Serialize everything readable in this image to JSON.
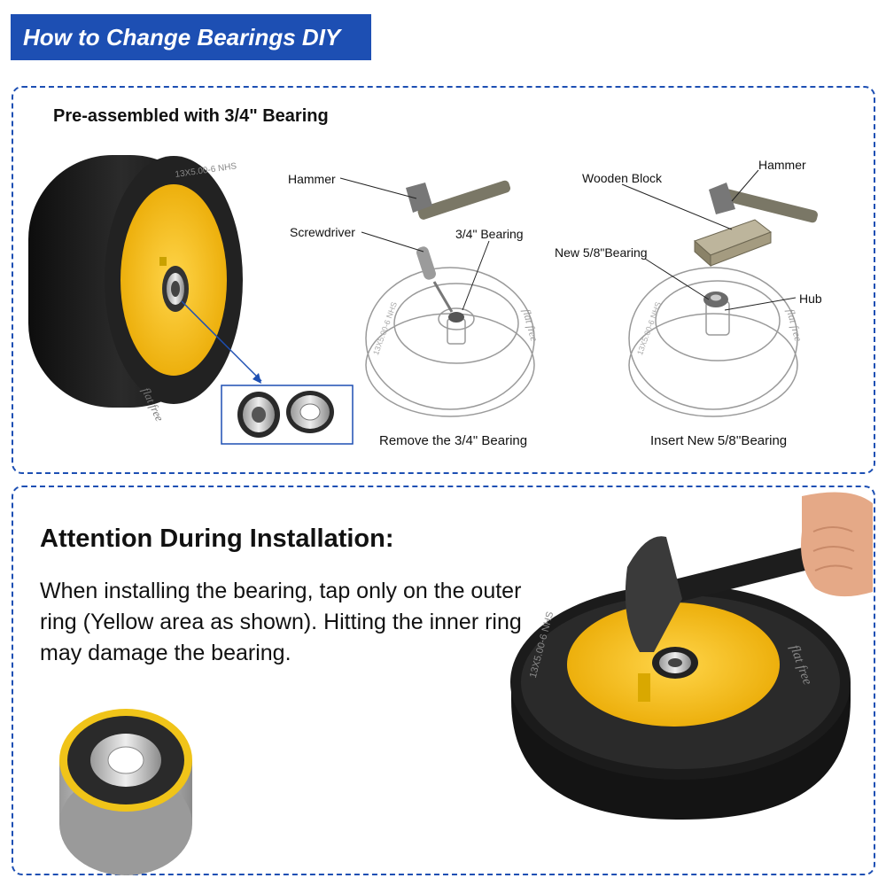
{
  "header": {
    "title": "How to Change Bearings DIY"
  },
  "top_panel": {
    "subtitle": "Pre-assembled with 3/4\" Bearing",
    "tire_text": {
      "size": "13X5.00-6 NHS",
      "brand": "flat free"
    },
    "step1": {
      "labels": {
        "hammer": "Hammer",
        "screwdriver": "Screwdriver",
        "bearing": "3/4\" Bearing"
      },
      "caption": "Remove the 3/4\" Bearing"
    },
    "step2": {
      "labels": {
        "wooden_block": "Wooden Block",
        "hammer": "Hammer",
        "new_bearing": "New 5/8\"Bearing",
        "hub": "Hub"
      },
      "caption": "Insert New 5/8''Bearing"
    }
  },
  "bottom_panel": {
    "title": "Attention During Installation:",
    "body": "When installing the bearing, tap only on the outer ring (Yellow area as shown). Hitting the inner ring may damage the bearing."
  },
  "colors": {
    "accent": "#1d4fb3",
    "rim_yellow": "#f7c21a",
    "tire_black": "#1a1a1a"
  }
}
